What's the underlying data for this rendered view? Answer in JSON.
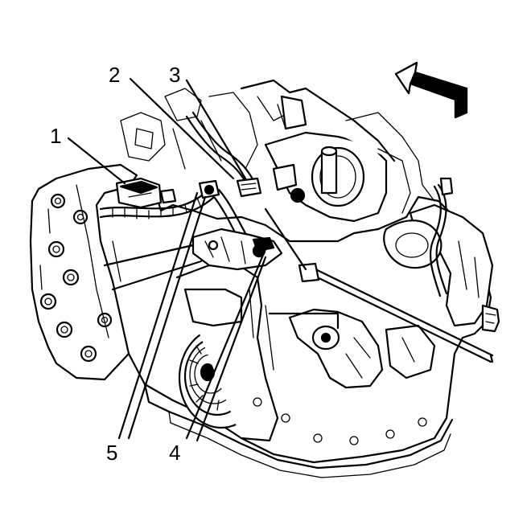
{
  "callouts": [
    {
      "id": "1",
      "label": "1"
    },
    {
      "id": "2",
      "label": "2"
    },
    {
      "id": "3",
      "label": "3"
    },
    {
      "id": "4",
      "label": "4"
    },
    {
      "id": "5",
      "label": "5"
    }
  ],
  "icons": {
    "direction_arrow": "front-direction-arrow-icon"
  }
}
